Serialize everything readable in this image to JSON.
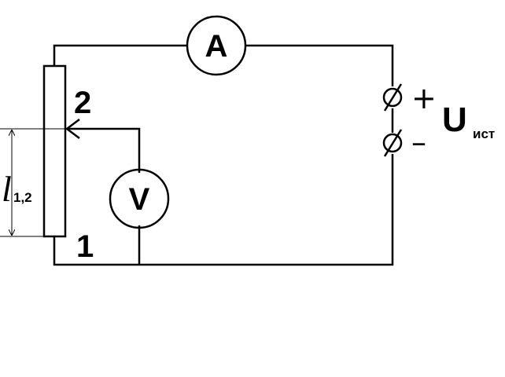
{
  "meters": {
    "ammeter": "A",
    "voltmeter": "V"
  },
  "rheostat": {
    "terminal_top": "2",
    "terminal_bottom": "1"
  },
  "length_label": {
    "symbol": "l",
    "subscript": "1,2"
  },
  "source": {
    "plus": "+",
    "minus": "–",
    "symbol": "U",
    "subscript": "ист"
  },
  "colors": {
    "line": "#000000",
    "background": "#ffffff"
  }
}
